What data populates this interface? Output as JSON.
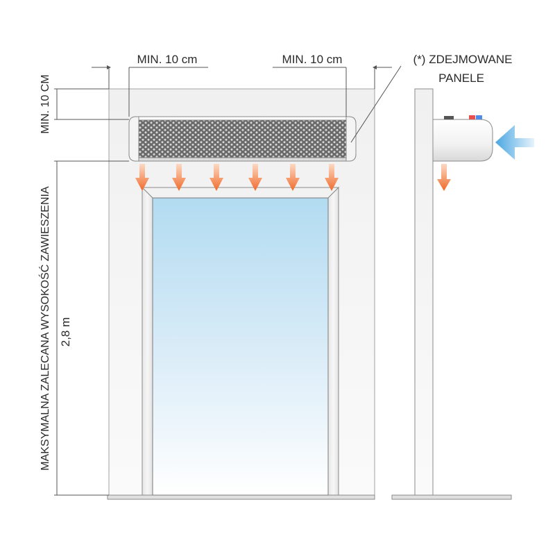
{
  "labels": {
    "min_left": "MIN. 10 cm",
    "min_right": "MIN. 10 cm",
    "removable_line1": "(*) ZDEJMOWANE",
    "removable_line2": "PANELE",
    "min_top": "MIN. 10 CM",
    "max_height": "MAKSYMALNA ZALECANA WYSOKOŚĆ ZAWIESZENIA",
    "height_value": "2,8 m"
  },
  "colors": {
    "wall_stroke": "#9a9a9a",
    "arrow_warm": "#f07a3c",
    "arrow_cold": "#5aaee6",
    "glass_top": "#b5ddf2",
    "glass_bottom": "#ffffff",
    "text": "#2a2a2a"
  }
}
